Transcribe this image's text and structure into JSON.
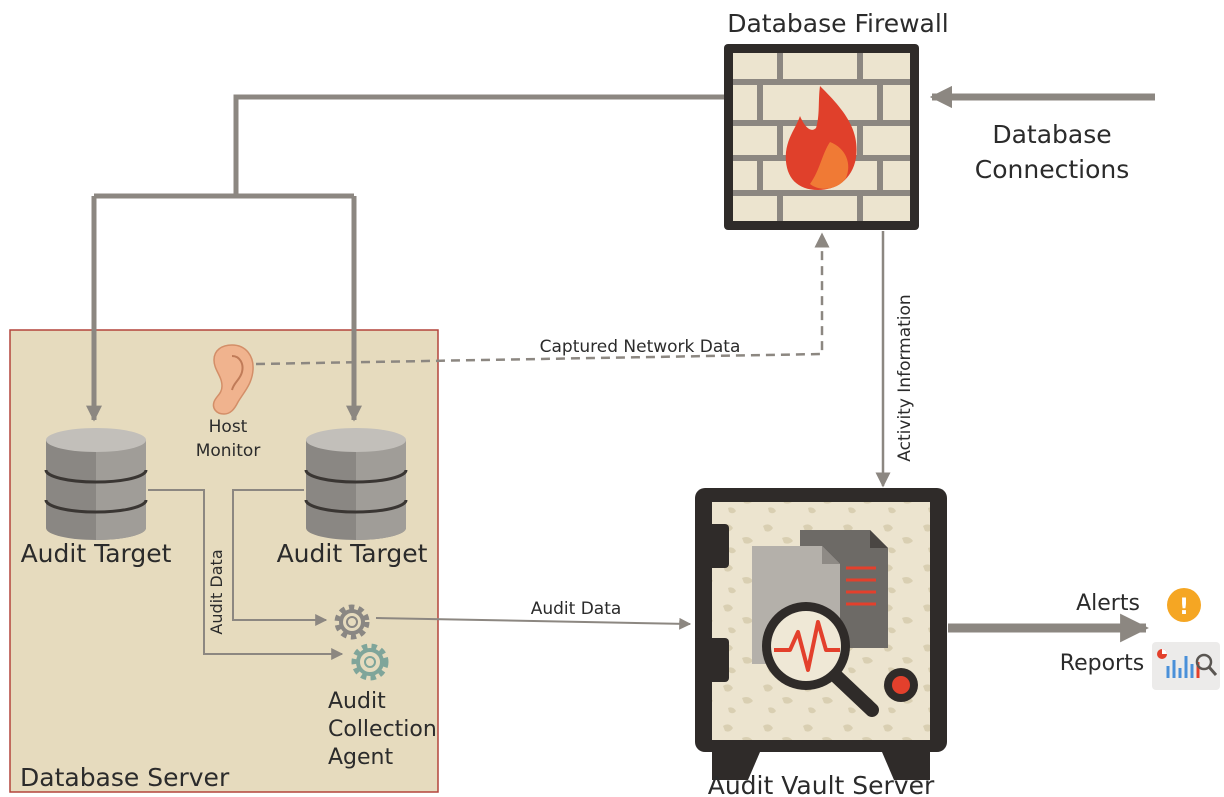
{
  "labels": {
    "database_firewall": "Database Firewall",
    "database_connections_line1": "Database",
    "database_connections_line2": "Connections",
    "captured_network_data": "Captured Network Data",
    "activity_information": "Activity Information",
    "host_monitor_line1": "Host",
    "host_monitor_line2": "Monitor",
    "audit_target_left": "Audit Target",
    "audit_target_right": "Audit Target",
    "audit_data_vertical": "Audit Data",
    "audit_data_horizontal": "Audit Data",
    "agent_line1": "Audit",
    "agent_line2": "Collection",
    "agent_line3": "Agent",
    "database_server": "Database Server",
    "audit_vault_server": "Audit Vault Server",
    "alerts": "Alerts",
    "reports": "Reports",
    "alert_glyph": "!"
  },
  "icons": {
    "firewall": "firewall-brick-flame-icon",
    "ear": "ear-icon",
    "database": "database-cylinder-icon",
    "gear": "gear-icon",
    "vault": "safe-vault-icon",
    "magnifier": "magnifier-icon",
    "alert": "alert-circle-icon",
    "report": "report-chart-icon"
  },
  "colors": {
    "connector": "#8c8781",
    "server_fill": "#e6dbbe",
    "server_border": "#b3453c",
    "frame_dark": "#2f2b29",
    "brick": "#ece4cf",
    "flame_red": "#e0402b",
    "flame_orange": "#f07a35",
    "pulse_red": "#e3402c",
    "alert_orange": "#f5a623"
  }
}
